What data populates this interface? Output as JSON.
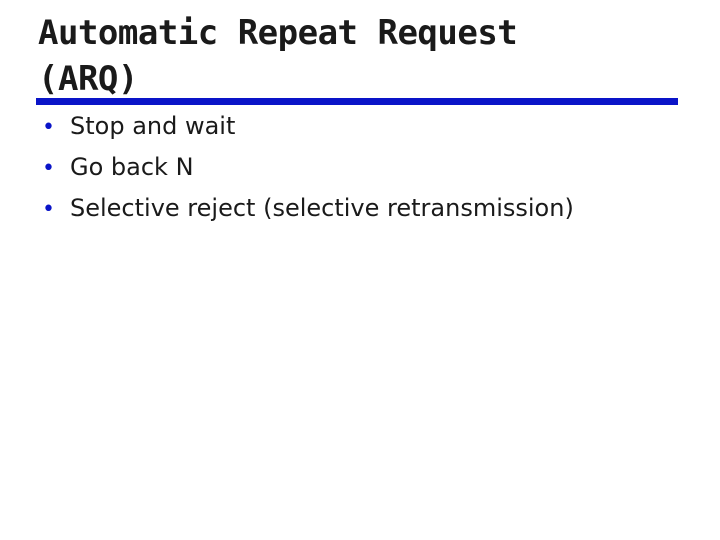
{
  "slide": {
    "title_line1": "Automatic Repeat Request",
    "title_line2": "(ARQ)",
    "accent_color": "#0a14c8",
    "bullet_glyph": "•",
    "bullets": [
      "Stop and wait",
      "Go back N",
      "Selective reject (selective retransmission)"
    ]
  }
}
